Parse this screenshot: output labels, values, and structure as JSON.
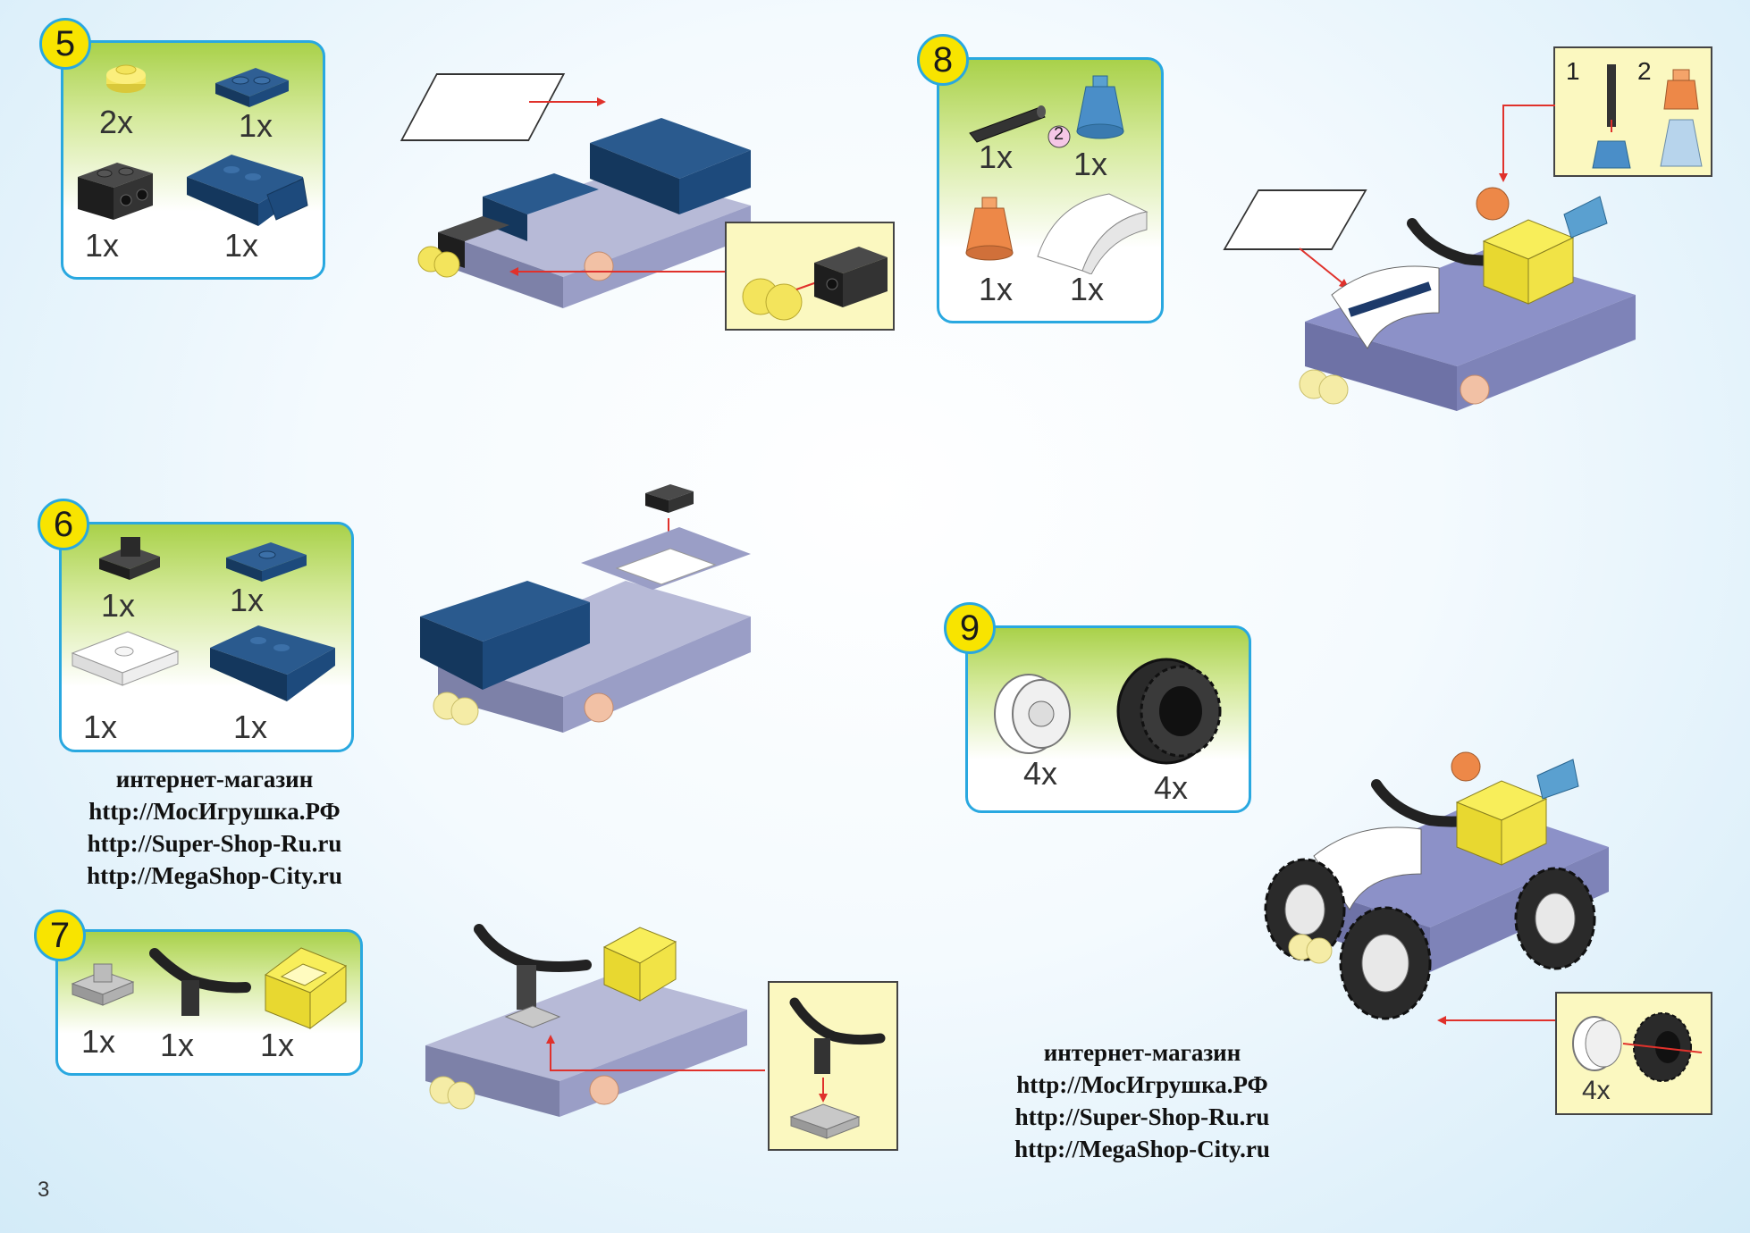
{
  "steps": [
    {
      "number": "5",
      "quantities": [
        "2x",
        "1x",
        "1x",
        "1x"
      ]
    },
    {
      "number": "6",
      "quantities": [
        "1x",
        "1x",
        "1x",
        "1x"
      ]
    },
    {
      "number": "7",
      "quantities": [
        "1x",
        "1x",
        "1x"
      ]
    },
    {
      "number": "8",
      "quantities": [
        "1x",
        "1x",
        "1x",
        "1x"
      ],
      "sub_steps": [
        "1",
        "2"
      ],
      "badge": "2"
    },
    {
      "number": "9",
      "quantities": [
        "4x",
        "4x"
      ],
      "callout_qty": "4x"
    }
  ],
  "shop_ad": {
    "title": "интернет-магазин",
    "links": [
      "http://МосИгрушка.РФ",
      "http://Super-Shop-Ru.ru",
      "http://MegaShop-City.ru"
    ]
  },
  "page_number": "3",
  "colors": {
    "frame": "#29a8e0",
    "step_badge": "#f8e400",
    "dark_blue_brick": "#1d4a7c",
    "lavender_brick": "#8c91c8",
    "yellow_brick": "#f5e94e",
    "arrow": "#e0312b"
  }
}
